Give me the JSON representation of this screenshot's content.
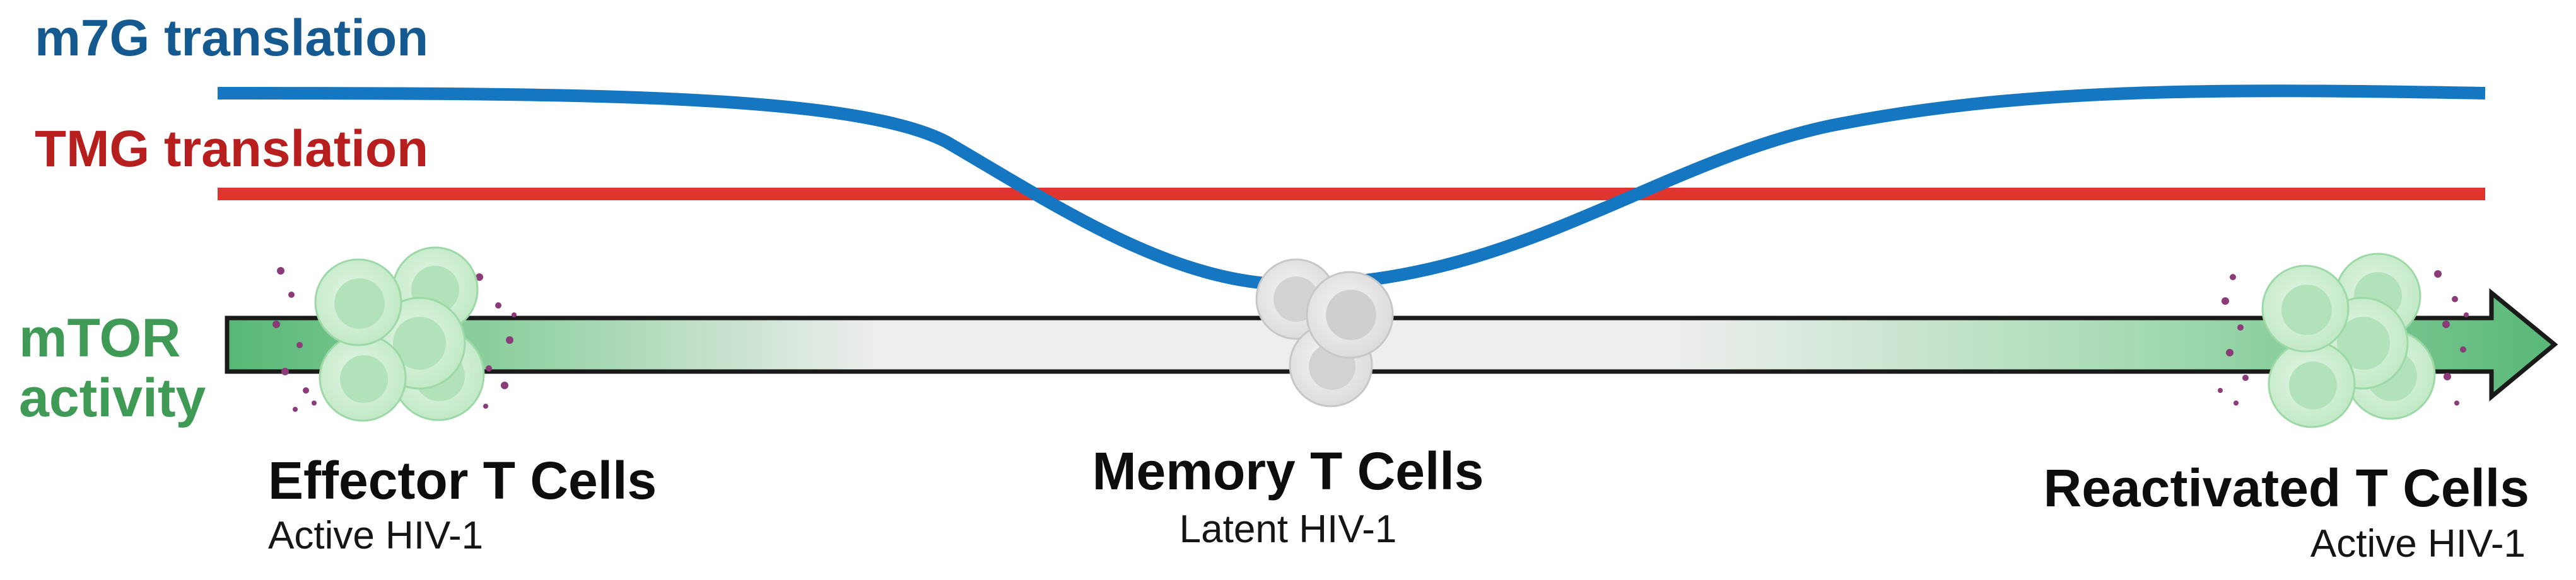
{
  "title_m7g": "m7G translation",
  "title_tmg": "TMG translation",
  "mtor_label": "mTOR\nactivity",
  "stages": [
    {
      "title": "Effector T Cells",
      "subtitle": "Active HIV-1"
    },
    {
      "title": "Memory T Cells",
      "subtitle": "Latent HIV-1"
    },
    {
      "title": "Reactivated T Cells",
      "subtitle": "Active HIV-1"
    }
  ],
  "colors": {
    "m7g": "#1576c1",
    "tmg": "#e0342f",
    "mtor_green": "#58b877",
    "arrow_neutral": "#efefef",
    "effector_cell": "#bfe8c4",
    "memory_cell": "#dedede"
  }
}
